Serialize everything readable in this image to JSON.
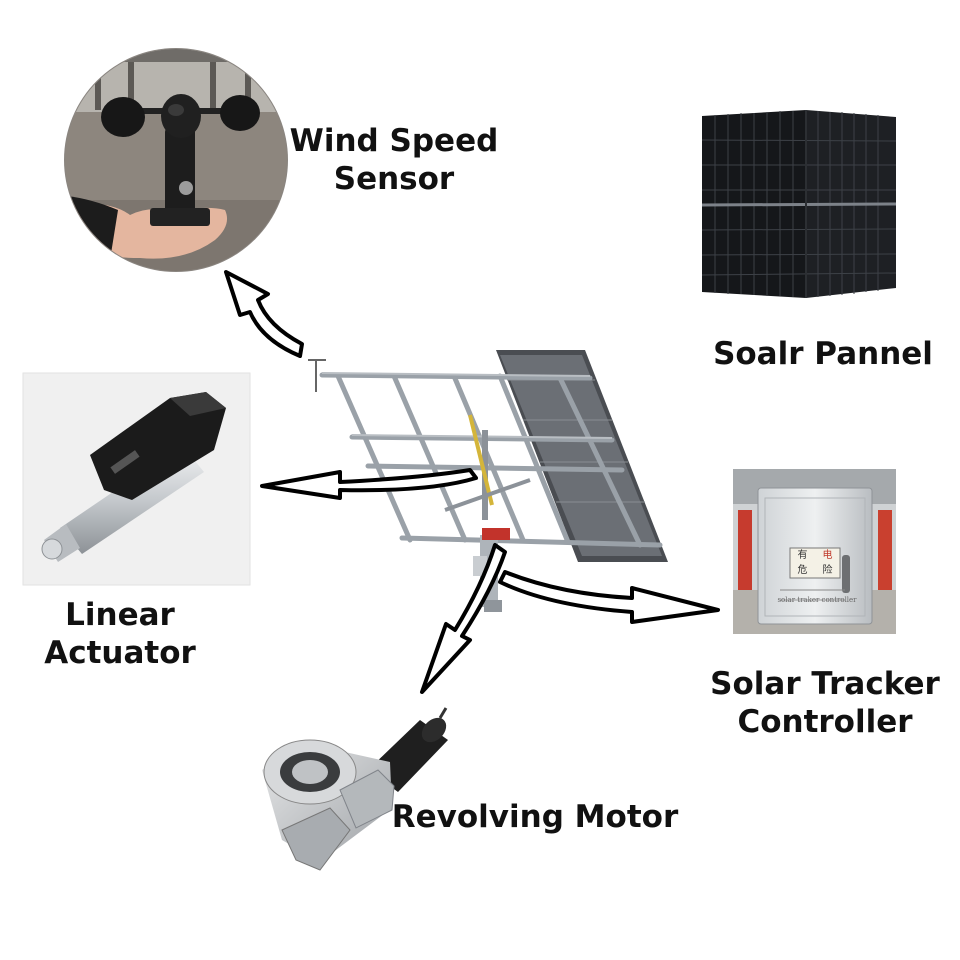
{
  "diagram": {
    "labels": {
      "wind_sensor": [
        "Wind Speed",
        "Sensor"
      ],
      "solar_panel": [
        "Soalr Pannel"
      ],
      "linear_actuator": [
        "Linear",
        "Actuator"
      ],
      "controller": [
        "Solar Tracker",
        "Controller"
      ],
      "revolving_motor": [
        "Revolving Motor"
      ]
    },
    "controller_box": {
      "warning_chars": [
        "有",
        "电",
        "危",
        "险"
      ],
      "plate_text": "solar traker controller"
    },
    "colors": {
      "text": "#111111",
      "arrow_outline": "#000000",
      "panel_dark": "#15171a",
      "frame_steel": "#9aa1a8",
      "warning_red": "#d4342c"
    }
  }
}
